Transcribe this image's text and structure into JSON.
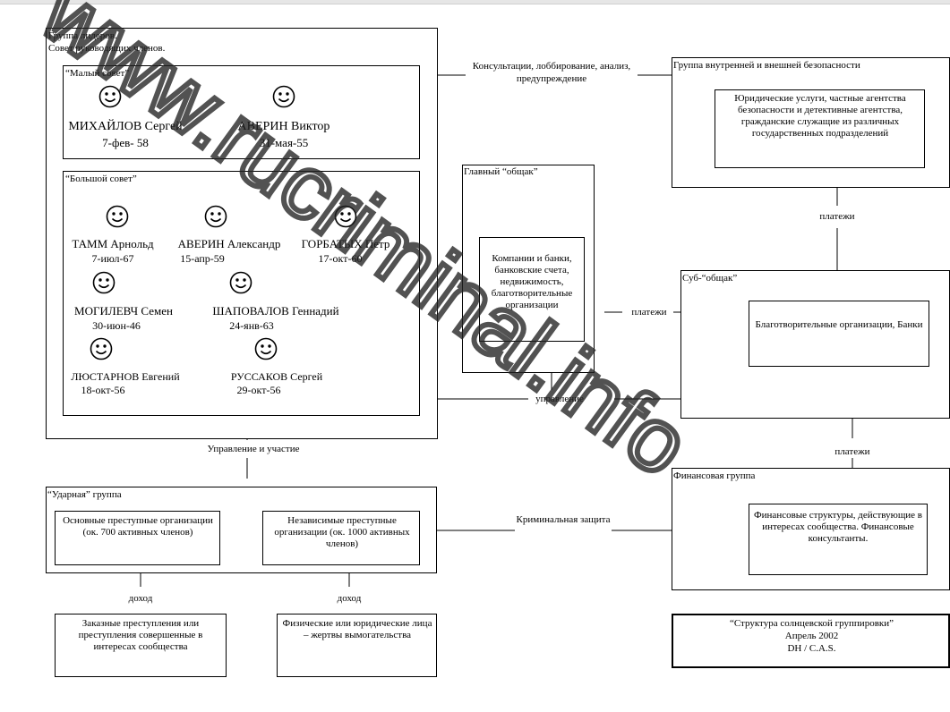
{
  "leaders": {
    "title": "Группа лидеров.",
    "subtitle": "Совет руководящих членов."
  },
  "small_council": {
    "title": "“Малый совет”",
    "members": [
      {
        "name": "МИХАЙЛОВ Сергей",
        "date": "7-фев- 58"
      },
      {
        "name": "АВЕРИН Виктор",
        "date": "31-мая-55"
      }
    ]
  },
  "big_council": {
    "title": "“Большой совет”",
    "members": [
      {
        "name": "ТАММ Арнольд",
        "date": "7-июл-67"
      },
      {
        "name": "АВЕРИН Александр",
        "date": "15-апр-59"
      },
      {
        "name": "ГОРБАТЫХ Петр",
        "date": "17-окт-60"
      },
      {
        "name": "МОГИЛЕВЧ Семен",
        "date": "30-июн-46"
      },
      {
        "name": "ШАПОВАЛОВ Геннадий",
        "date": "24-янв-63"
      },
      {
        "name": "ЛЮСТАРНОВ Евгений",
        "date": "18-окт-56"
      },
      {
        "name": "РУССАКОВ Сергей",
        "date": "29-окт-56"
      }
    ]
  },
  "main_fund": {
    "title": "Главный “общак”",
    "content": "Компании и банки, банковские счета, недвижимость, благотворительные организации"
  },
  "security": {
    "title": "Группа внутренней и внешней безопасности",
    "content": "Юридические услуги, частные агентства безопасности и детективные агентства, гражданские служащие из различных государственных подразделений"
  },
  "sub_fund": {
    "title": "Суб-“общак”",
    "content": "Благотворительные организации, Банки"
  },
  "finance": {
    "title": "Финансовая группа",
    "content": "Финансовые структуры, действующие в интересах сообщества. Финансовые консультанты."
  },
  "strike": {
    "title": "“Ударная” группа",
    "left": "Основные преступные организации (ок. 700 активных членов)",
    "right": "Независимые преступные организации (ок. 1000 активных членов)"
  },
  "bottom": {
    "left": "Заказные преступления или преступления совершенные в интересах сообщества",
    "right": "Физические или юридические лица – жертвы вымогательства"
  },
  "caption": {
    "line1": "“Структура солнцевской группировки”",
    "line2": "Апрель 2002",
    "line3": "DH / C.A.S."
  },
  "edges": {
    "consult": "Консультации, лоббирование, анализ, предупреждение",
    "pay1": "платежи",
    "pay2": "платежи",
    "pay3": "платежи",
    "control": "управление",
    "control_participation": "Управление и участие",
    "criminal_protection": "Криминальная защита",
    "income1": "доход",
    "income2": "доход"
  },
  "watermark": "www.rucriminal.info"
}
